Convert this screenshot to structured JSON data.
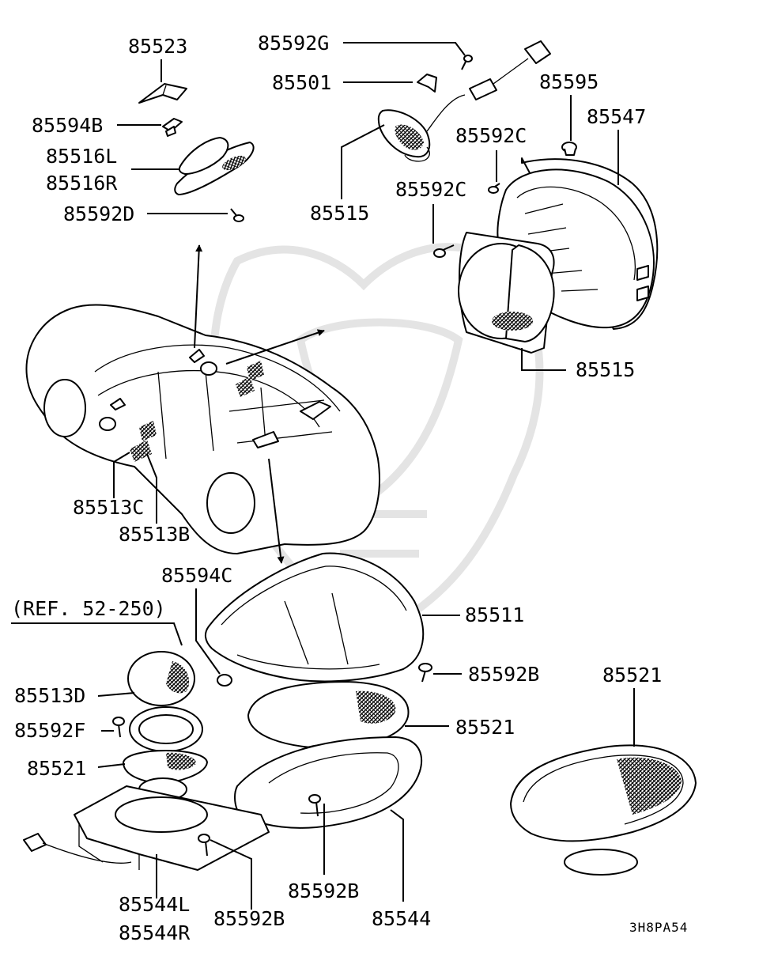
{
  "diagram": {
    "ref_note": "(REF. 52-250)",
    "drawing_code": "3H8PA54",
    "labels": {
      "p85523": "85523",
      "p85594B": "85594B",
      "p85516L": "85516L",
      "p85516R": "85516R",
      "p85592D": "85592D",
      "p85592G": "85592G",
      "p85501": "85501",
      "p85515_top": "85515",
      "p85595": "85595",
      "p85547": "85547",
      "p85592C_a": "85592C",
      "p85592C_b": "85592C",
      "p85515_mid": "85515",
      "p85513C": "85513C",
      "p85513B": "85513B",
      "p85594C": "85594C",
      "p85511": "85511",
      "p85592B_a": "85592B",
      "p85521_right": "85521",
      "p85521_mid": "85521",
      "p85513D": "85513D",
      "p85592F": "85592F",
      "p85521_left": "85521",
      "p85544L": "85544L",
      "p85544R": "85544R",
      "p85592B_b": "85592B",
      "p85592B_c": "85592B",
      "p85544": "85544"
    }
  }
}
